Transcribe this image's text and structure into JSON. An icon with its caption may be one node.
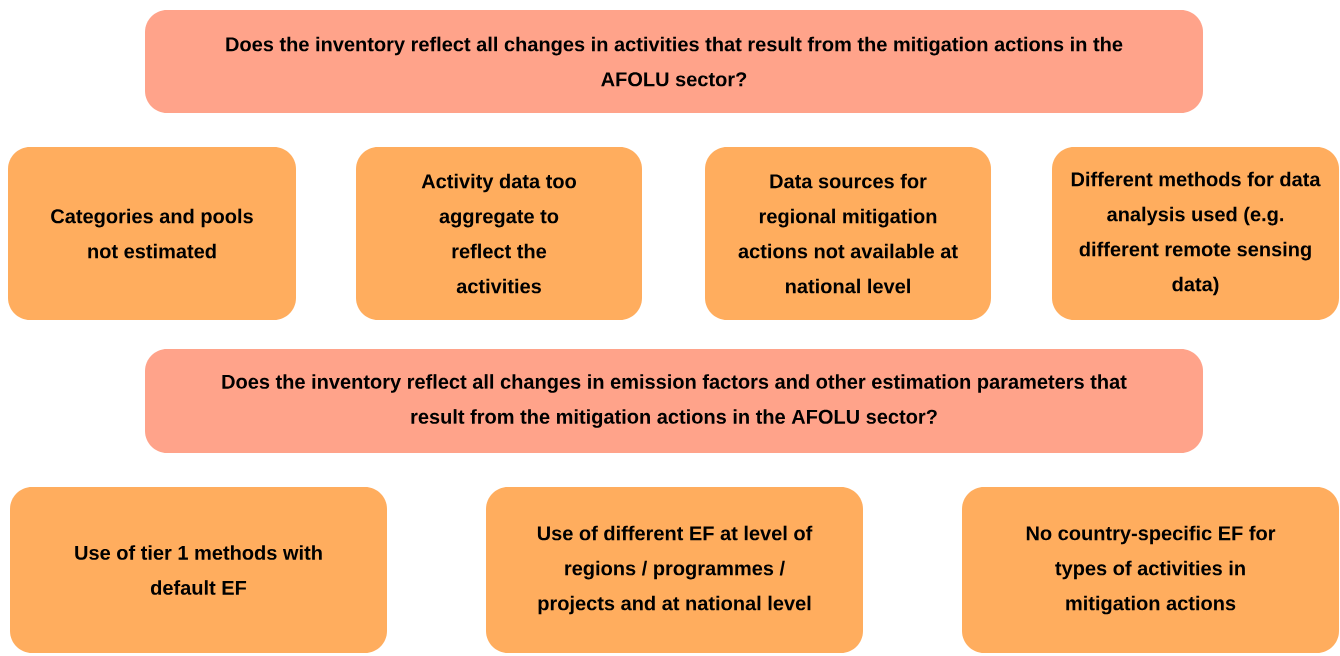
{
  "diagram": {
    "nodes": [
      {
        "text": [
          "Does the inventory reflect all changes in activities that result from the mitigation actions in the AFOLU sector?"
        ]
      },
      {
        "text": [
          "Categories and pools not estimated"
        ]
      },
      {
        "text": [
          "Activity data too aggregate to reflect the activities"
        ]
      },
      {
        "text": [
          "Data sources for regional mitigation actions not available at national level"
        ]
      },
      {
        "text": [
          "Different methods for data analysis used (e.g. different remote sensing data)"
        ]
      },
      {
        "text": [
          "Does the inventory reflect all changes in emission factors and other estimation parameters that result from the mitigation actions in the AFOLU sector?"
        ]
      },
      {
        "text": [
          "Use of tier 1 methods with default EF"
        ]
      },
      {
        "text": [
          "Use of different EF at level of regions / programmes / projects and at national level"
        ]
      },
      {
        "text": [
          "No country-specific EF for types of activities in mitigation actions"
        ]
      }
    ]
  }
}
